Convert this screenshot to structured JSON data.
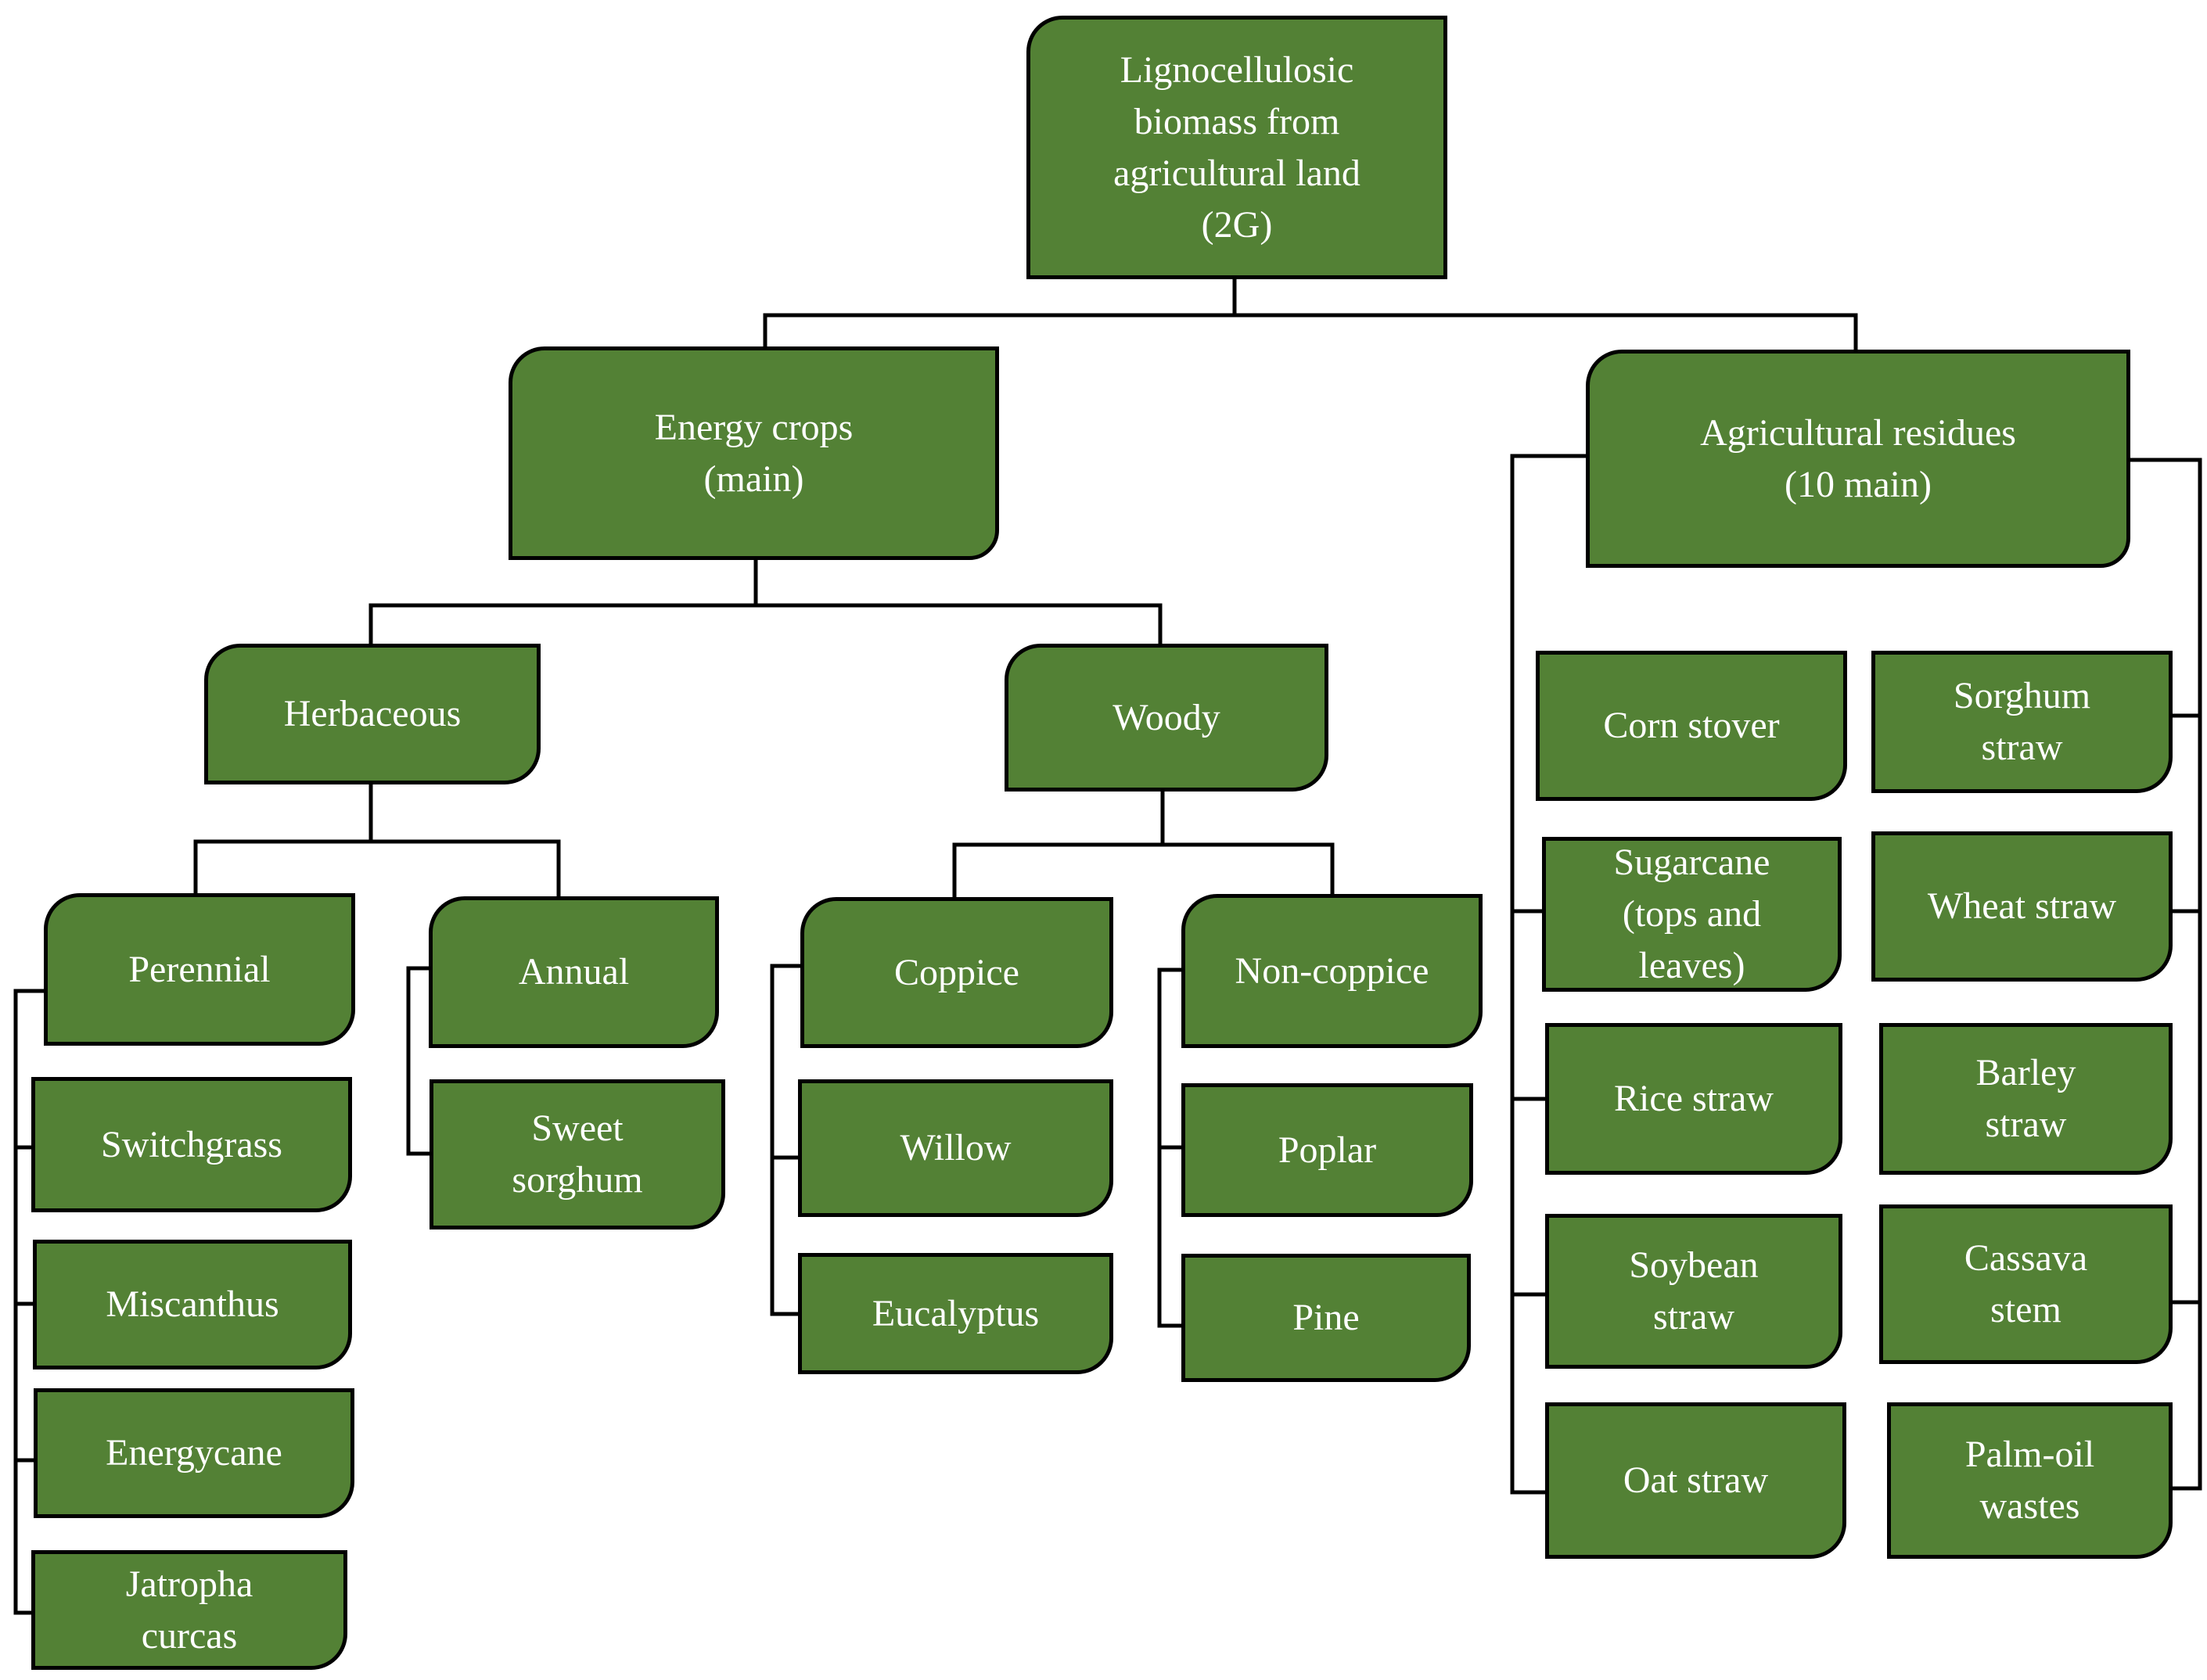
{
  "diagram": {
    "root": "Lignocellulosic\nbiomass from\nagricultural land\n(2G)",
    "energy_crops": "Energy crops\n(main)",
    "agricultural_residues": "Agricultural residues\n(10 main)",
    "herbaceous": "Herbaceous",
    "woody": "Woody",
    "perennial": "Perennial",
    "annual": "Annual",
    "coppice": "Coppice",
    "non_coppice": "Non-coppice",
    "perennial_items": [
      "Switchgrass",
      "Miscanthus",
      "Energycane",
      "Jatropha\ncurcas"
    ],
    "annual_items": [
      "Sweet\nsorghum"
    ],
    "coppice_items": [
      "Willow",
      "Eucalyptus"
    ],
    "non_coppice_items": [
      "Poplar",
      "Pine"
    ],
    "residues_left": [
      "Corn stover",
      "Sugarcane\n(tops and\nleaves)",
      "Rice straw",
      "Soybean\nstraw",
      "Oat straw"
    ],
    "residues_right": [
      "Sorghum\nstraw",
      "Wheat straw",
      "Barley\nstraw",
      "Cassava\nstem",
      "Palm-oil\nwastes"
    ]
  },
  "colors": {
    "node_fill": "#538135",
    "node_border": "#000000",
    "node_text": "#ffffff",
    "connector": "#000000"
  }
}
